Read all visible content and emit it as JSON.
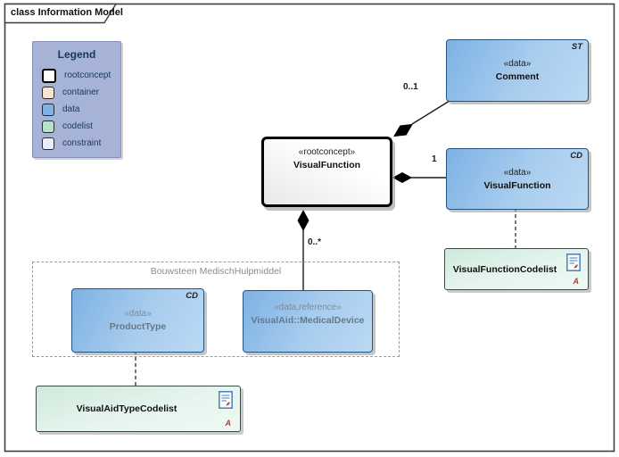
{
  "frame": {
    "title": "class Information Model"
  },
  "legend": {
    "title": "Legend",
    "items": [
      {
        "label": "rootconcept",
        "color": "#ffffff"
      },
      {
        "label": "container",
        "color": "#f7e3d2"
      },
      {
        "label": "data",
        "color": "#7fb3e7"
      },
      {
        "label": "codelist",
        "color": "#b5e1c9"
      },
      {
        "label": "constraint",
        "color": "#e9ecf9"
      }
    ]
  },
  "nodes": {
    "root": {
      "stereotype": "«rootconcept»",
      "name": "VisualFunction"
    },
    "comment": {
      "tag": "ST",
      "stereotype": "«data»",
      "name": "Comment"
    },
    "vf_data": {
      "tag": "CD",
      "stereotype": "«data»",
      "name": "VisualFunction"
    },
    "vf_codelist": {
      "name": "VisualFunctionCodelist",
      "marker": "A"
    },
    "bouwsteen": {
      "title": "Bouwsteen MedischHulpmiddel"
    },
    "product_type": {
      "tag": "CD",
      "stereotype": "«data»",
      "name": "ProductType"
    },
    "medical_device": {
      "stereotype": "«data,reference»",
      "name": "VisualAid::MedicalDevice"
    },
    "vat_codelist": {
      "name": "VisualAidTypeCodelist",
      "marker": "A"
    }
  },
  "edges": {
    "comment_multiplicity": "0..1",
    "vf_data_multiplicity": "1",
    "medical_device_multiplicity": "0..*"
  },
  "colors": {
    "data_fill": "#7fb3e7",
    "codelist_fill": "#b5e1c9",
    "legend_bg": "#a6b3d6",
    "navy_text": "#17365d",
    "line": "#1a1a1a"
  }
}
